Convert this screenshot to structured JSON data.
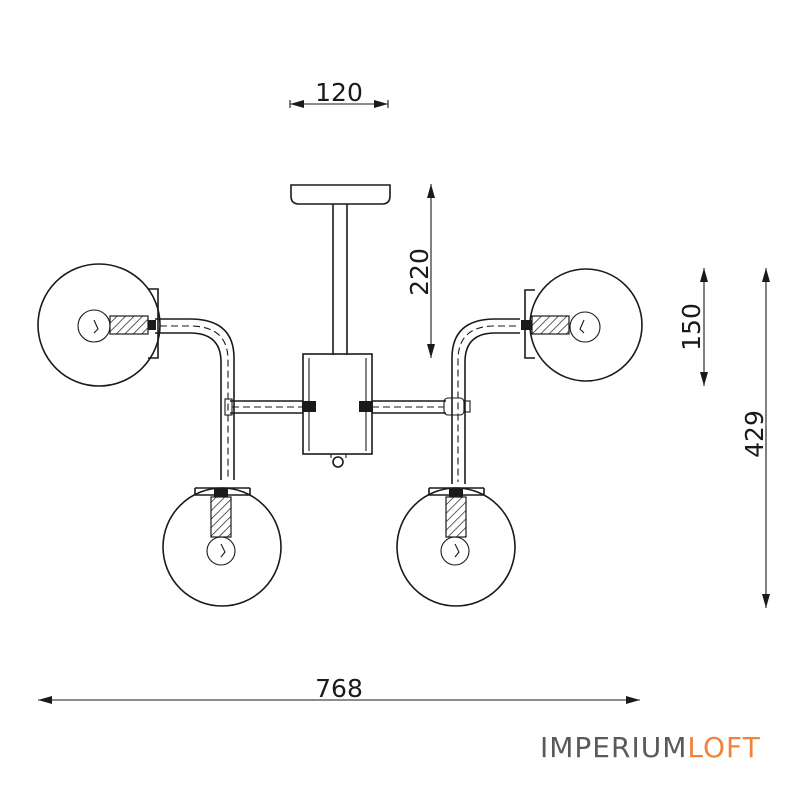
{
  "dimensions": {
    "mount_width": "120",
    "stem_height": "220",
    "shade_height": "150",
    "total_height": "429",
    "total_width": "768"
  },
  "brand": {
    "part1": "IMPERIUM",
    "part2": "LOFT",
    "color_part1": "#5a5a5a",
    "color_part2": "#f0843c"
  }
}
